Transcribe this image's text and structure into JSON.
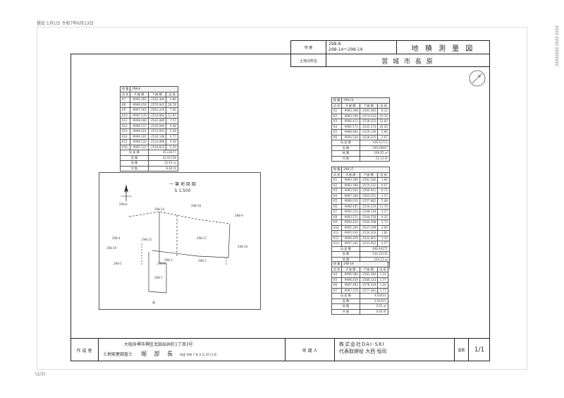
{
  "page_header": "登記 1月1日 令和7年6月13日",
  "page_number": "(2/3)",
  "side_note": "ZZZZ ZZZZ ZZZZZZZZ",
  "title_box": {
    "lot_label": "地 番",
    "lot_line1": "298-8",
    "lot_line2": "298-14～298-19",
    "doc_title": "地 積 測 量 図",
    "location_label": "土地の所在",
    "location_value": "習 城 市 長 原"
  },
  "north_symbol": "N",
  "table1": {
    "caption": "地 番",
    "caption_value": "298-8",
    "headers": [
      "点 名",
      "X 座 標",
      "Y 座 標",
      "辺 長"
    ],
    "rows": [
      [
        "K7",
        "-9996.381",
        "-2581.384",
        "4.86"
      ],
      [
        "K8",
        "-9996.459",
        "-2576.942",
        "18.78"
      ],
      [
        "K9",
        "-9997.561",
        "-2561.229",
        "7.06"
      ],
      [
        "K10",
        "-9997.579",
        "-2554.882",
        "11.95"
      ],
      [
        "K11",
        "-9998.480",
        "-2542.889",
        "7.57"
      ],
      [
        "K12",
        "-9999.517",
        "-2535.084",
        "4.38"
      ],
      [
        "K13",
        "-9999.021",
        "-2531.001",
        "5.28"
      ],
      [
        "K14",
        "-9999.201",
        "-2526.148",
        "3.77"
      ],
      [
        "K15",
        "-9998.520",
        "-2522.888",
        "4.34"
      ],
      [
        "K16",
        "-9995.121",
        "-2519.823",
        "2.20"
      ]
    ],
    "summary": [
      [
        "倍 面 積",
        "45.23477"
      ],
      [
        "面 積",
        "22.61738"
      ],
      [
        "地 積",
        "22.61 ㎡"
      ],
      [
        "坪 数",
        "6.84 坪"
      ]
    ]
  },
  "table2": {
    "caption": "地 番",
    "caption_value": "298-14",
    "headers": [
      "点 名",
      "X 座 標",
      "Y 座 標",
      "辺 長"
    ],
    "rows": [
      [
        "K1",
        "-9983.398",
        "-2581.282",
        "6.12"
      ],
      [
        "K2",
        "-9983.299",
        "-2574.332",
        "15.79"
      ],
      [
        "K3",
        "-9984.411",
        "-2558.255",
        "12.92"
      ],
      [
        "K4",
        "-9985.571",
        "-2545.374",
        "16.20"
      ],
      [
        "K5",
        "-9988.982",
        "-2529.336",
        "5.86"
      ],
      [
        "K6",
        "-9994.526",
        "-2528.325",
        "2.67"
      ]
    ],
    "summary": [
      [
        "倍 面 積",
        "338.11713"
      ],
      [
        "面 積",
        "169.05857"
      ],
      [
        "地 積",
        "169.05 ㎡"
      ],
      [
        "坪 数",
        "51.13 坪"
      ]
    ]
  },
  "table3": {
    "caption": "地 番",
    "caption_value": "298-17",
    "headers": [
      "点 名",
      "X 座 標",
      "Y 座 標",
      "辺 長"
    ],
    "rows": [
      [
        "K1",
        "-9983.396",
        "-2581.282",
        "1.84"
      ],
      [
        "K2",
        "-9983.398",
        "-2574.332",
        "9.67"
      ],
      [
        "K3",
        "-9985.591",
        "-2569.941",
        "6.72"
      ],
      [
        "K4",
        "-9987.308",
        "-2563.351",
        "1.57"
      ],
      [
        "K5",
        "-9989.010",
        "-2557.882",
        "5.48"
      ],
      [
        "K6",
        "-9988.495",
        "-2550.220",
        "11.76"
      ],
      [
        "K7",
        "-9992.315",
        "-2548.218",
        "5.27"
      ],
      [
        "K8",
        "-9993.571",
        "-2544.378",
        "4.31"
      ],
      [
        "K9",
        "-9994.450",
        "-2540.398",
        "5.73"
      ],
      [
        "K10",
        "-9995.200",
        "-2537.299",
        "4.69"
      ],
      [
        "K11",
        "-9995.930",
        "-2534.203",
        "1.82"
      ],
      [
        "K12",
        "-9996.459",
        "-2532.801",
        "1.16"
      ],
      [
        "K13",
        "-9997.100",
        "-2531.902",
        "2.57"
      ]
    ],
    "summary": [
      [
        "倍 面 積",
        "468.44271"
      ],
      [
        "面 積",
        "234.22135"
      ],
      [
        "地 積",
        "234.22 ㎡"
      ],
      [
        "坪 数",
        "70.85 坪"
      ]
    ]
  },
  "table4": {
    "caption": "地 番",
    "caption_value": "298-19",
    "headers": [
      "点 名",
      "X 座 標",
      "Y 座 標",
      "辺 長"
    ],
    "rows": [
      [
        "K4",
        "-9996.380",
        "-2581.384",
        "1.24"
      ],
      [
        "K5",
        "-9996.459",
        "-2580.143",
        "1.77"
      ],
      [
        "K6",
        "-9997.461",
        "-2578.520",
        "1.24"
      ],
      [
        "K7",
        "-9997.370",
        "-2577.281",
        "1.77"
      ]
    ],
    "summary": [
      [
        "倍 面 積",
        "4.02631"
      ],
      [
        "面 積",
        "2.01315"
      ],
      [
        "地 積",
        "2.01 ㎡"
      ],
      [
        "坪 数",
        "0.60 坪"
      ]
    ]
  },
  "map": {
    "title": "一 筆 地 図 図",
    "scale": "S 1:500",
    "labels": [
      "298-14",
      "298-16",
      "298-19",
      "298-15",
      "298-17",
      "298-8",
      "298-9",
      "298-10",
      "298-3",
      "298-1",
      "298-5",
      "298-4",
      "298-6",
      "298-7",
      "道"
    ]
  },
  "footer": {
    "creator_label": "作 成 者",
    "address": "大阪府堺市堺区北田出井町1丁目3号",
    "license": "土地家屋調査士",
    "name": "堀 部 長",
    "date": "作成 令和 7 年 6 月 20 日 印",
    "applicant_label": "申 請 人",
    "company": "株式会社DAI-SKI",
    "rep": "代表取締役 大西 恒司",
    "sheet_label": "葉数",
    "sheet_value": "1/1"
  }
}
